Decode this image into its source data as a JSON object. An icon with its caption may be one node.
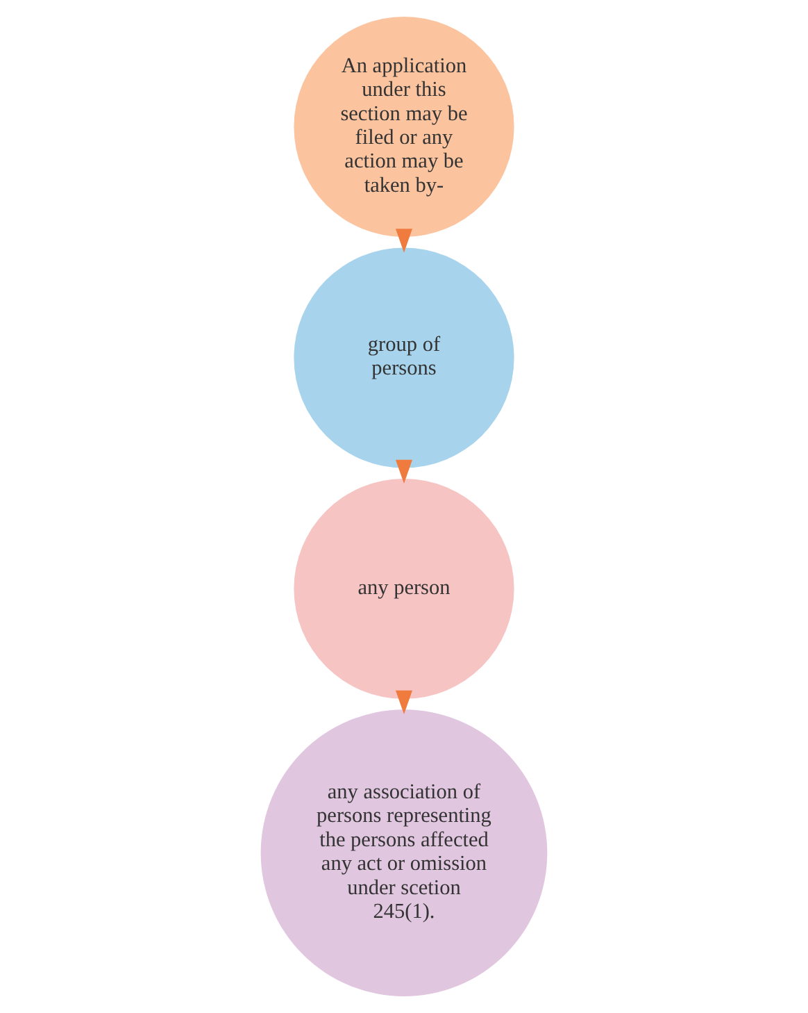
{
  "diagram": {
    "nodes": [
      {
        "text": [
          "An application under this section may be filed or any action may be taken by-"
        ]
      },
      {
        "text": [
          "group of persons"
        ]
      },
      {
        "text": [
          "any person"
        ]
      },
      {
        "text": [
          "any association of persons representing the persons affected any act or omission under scetion 245(1)."
        ]
      }
    ],
    "edges": [
      {
        "from": 0,
        "to": 1,
        "arrow": "to"
      },
      {
        "from": 1,
        "to": 2,
        "arrow": "to"
      },
      {
        "from": 2,
        "to": 3,
        "arrow": "to"
      }
    ]
  }
}
